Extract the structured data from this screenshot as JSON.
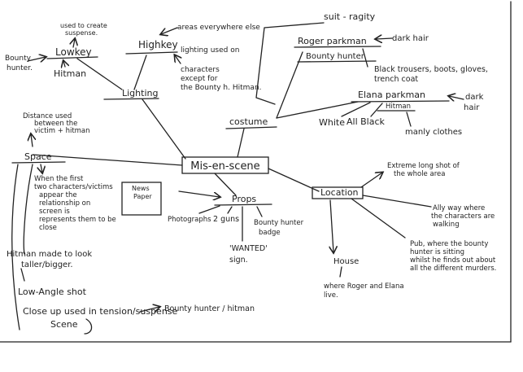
{
  "central": "Mis-en-scene",
  "lighting": {
    "title": "Lighting",
    "lowkey": "Lowkey",
    "lowkey_note": [
      "used to create",
      "suspense."
    ],
    "bounty_hunter": [
      "Bounty",
      "hunter."
    ],
    "hitman": "Hitman",
    "highkey": "Highkey",
    "highkey_note_top": "areas everywhere else",
    "highkey_lighting": "lighting used on",
    "highkey_note": [
      "characters",
      "except for",
      "the Bounty h. Hitman."
    ]
  },
  "costume": {
    "title": "costume",
    "roger_suit": "suit - ragity",
    "roger": "Roger parkman",
    "roger_dark_hair": "dark hair",
    "roger_role": "Bounty hunter",
    "roger_clothes": [
      "Black trousers, boots, gloves,",
      "trench coat"
    ],
    "elana": "Elana parkman",
    "elana_role": "Hitman",
    "elana_dark_hair": [
      "dark",
      "hair"
    ],
    "elana_white": "White",
    "elana_black": "All Black",
    "elana_manly": "manly clothes"
  },
  "space": {
    "title": "Space",
    "distance": [
      "Distance used",
      "between the",
      "victim + hitman"
    ],
    "first_two": [
      "When the first",
      "two characters/victims",
      "appear the",
      "relationship on",
      "screen is",
      "represents them to be",
      "close"
    ],
    "hitman_taller": [
      "Hitman made to look",
      "taller/bigger."
    ],
    "low_angle": "Low-Angle shot",
    "close_up": [
      "Close up used in tension/suspense",
      "Scene"
    ],
    "bounty_hitman": "Bounty hunter / hitman"
  },
  "props": {
    "title": "Props",
    "news_paper": [
      "News",
      "Paper"
    ],
    "photographs": "Photographs",
    "guns": "2 guns",
    "badge": [
      "Bounty hunter",
      "badge"
    ],
    "wanted": [
      "'WANTED'",
      "sign."
    ]
  },
  "location": {
    "title": "Location",
    "extreme_long": [
      "Extreme long shot of",
      "the whole area"
    ],
    "alley": [
      "Ally way where",
      "the characters are",
      "walking"
    ],
    "pub": [
      "Pub, where the bounty",
      "hunter is sitting",
      "whilst he finds out about",
      "all the different murders."
    ],
    "house": "House",
    "where_roger": [
      "where Roger and Elana",
      "live."
    ]
  }
}
